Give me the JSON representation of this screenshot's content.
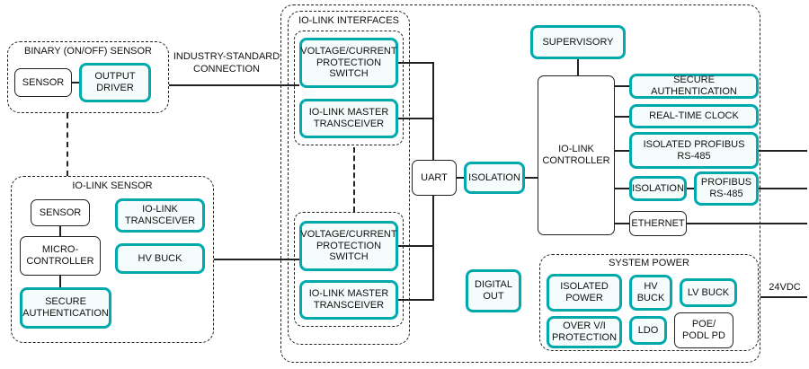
{
  "colors": {
    "accent": "#00a9ac",
    "block_fill": "#f4fcfc",
    "line": "#222222"
  },
  "groups": {
    "binary_sensor": {
      "title": "BINARY (ON/OFF) SENSOR",
      "blocks": {
        "sensor": "SENSOR",
        "output_driver": "OUTPUT\nDRIVER"
      }
    },
    "io_link_sensor": {
      "title": "IO-LINK SENSOR",
      "blocks": {
        "sensor": "SENSOR",
        "io_link_transceiver": "IO-LINK\nTRANSCEIVER",
        "microcontroller": "MICRO-\nCONTROLLER",
        "hv_buck": "HV BUCK",
        "secure_authentication": "SECURE\nAUTHENTICATION"
      }
    },
    "io_link_interfaces": {
      "title": "IO-LINK INTERFACES",
      "channel1": {
        "protection_switch": "VOLTAGE/CURRENT\nPROTECTION\nSWITCH",
        "master_transceiver": "IO-LINK MASTER\nTRANSCEIVER"
      },
      "channel2": {
        "protection_switch": "VOLTAGE/CURRENT\nPROTECTION\nSWITCH",
        "master_transceiver": "IO-LINK MASTER\nTRANSCEIVER"
      }
    },
    "system_power": {
      "title": "SYSTEM POWER",
      "blocks": {
        "isolated_power": "ISOLATED\nPOWER",
        "hv_buck": "HV\nBUCK",
        "lv_buck": "LV BUCK",
        "over_vi_protection": "OVER V/I\nPROTECTION",
        "ldo": "LDO",
        "poe_podl_pd": "POE/\nPODL PD"
      }
    }
  },
  "blocks": {
    "uart": "UART",
    "isolation_input": "ISOLATION",
    "io_link_controller": "IO-LINK\nCONTROLLER",
    "supervisory": "SUPERVISORY",
    "secure_authentication": "SECURE AUTHENTICATION",
    "real_time_clock": "REAL-TIME CLOCK",
    "isolated_profibus_rs485": "ISOLATED PROFIBUS\nRS-485",
    "isolation_profibus": "ISOLATION",
    "profibus_rs485": "PROFIBUS\nRS-485",
    "ethernet": "ETHERNET",
    "digital_out": "DIGITAL\nOUT"
  },
  "labels": {
    "industry_standard_connection": "INDUSTRY-STANDARD\nCONNECTION",
    "supply_24vdc": "24VDC"
  }
}
